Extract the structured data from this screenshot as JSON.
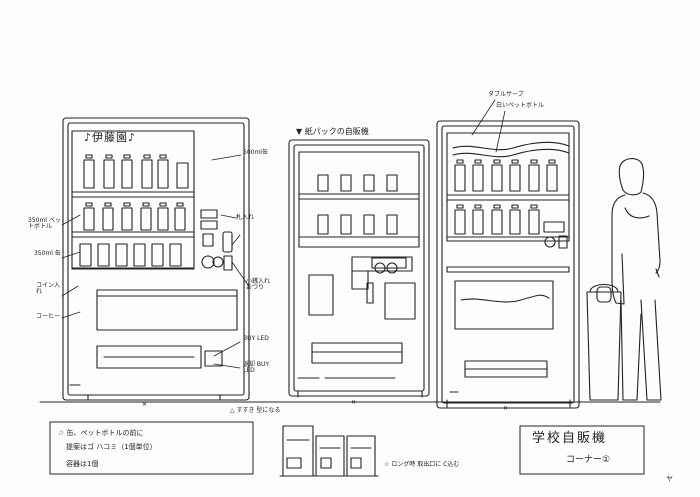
{
  "sheet": {
    "machine1_brand": "♪伊藤園♪",
    "machine2_title": "▼ 紙パックの自販機",
    "annotations": {
      "m1_500ml": "500ml缶",
      "m1_350ml_bottle": "350ml ペットボトル",
      "m1_350ml_can": "350ml 缶",
      "m1_coin_slot": "コイン入れ",
      "m1_bill_slot": "札入れ",
      "m1_change_slot": "小銭入れ おつり",
      "m1_coffee": "コーヒー",
      "m1_button": "BUY LED",
      "m1_return": "返却 BUY LED",
      "m2_note": "△ すすき 型になる",
      "m3_top1": "ダブルサーブ",
      "m3_top2": "白いペットボトル",
      "bottom_note": "☆ ロング時 取出口に C込む"
    },
    "note_box": {
      "line1": "☆ 缶、ペットボトルの前に",
      "line2": "提案はゴ ハコミ（1個単位）",
      "line3": "容器は1個"
    },
    "title_box": {
      "line1": "学校自販機",
      "line2": "コーナー①"
    },
    "signature": "ヤ"
  }
}
